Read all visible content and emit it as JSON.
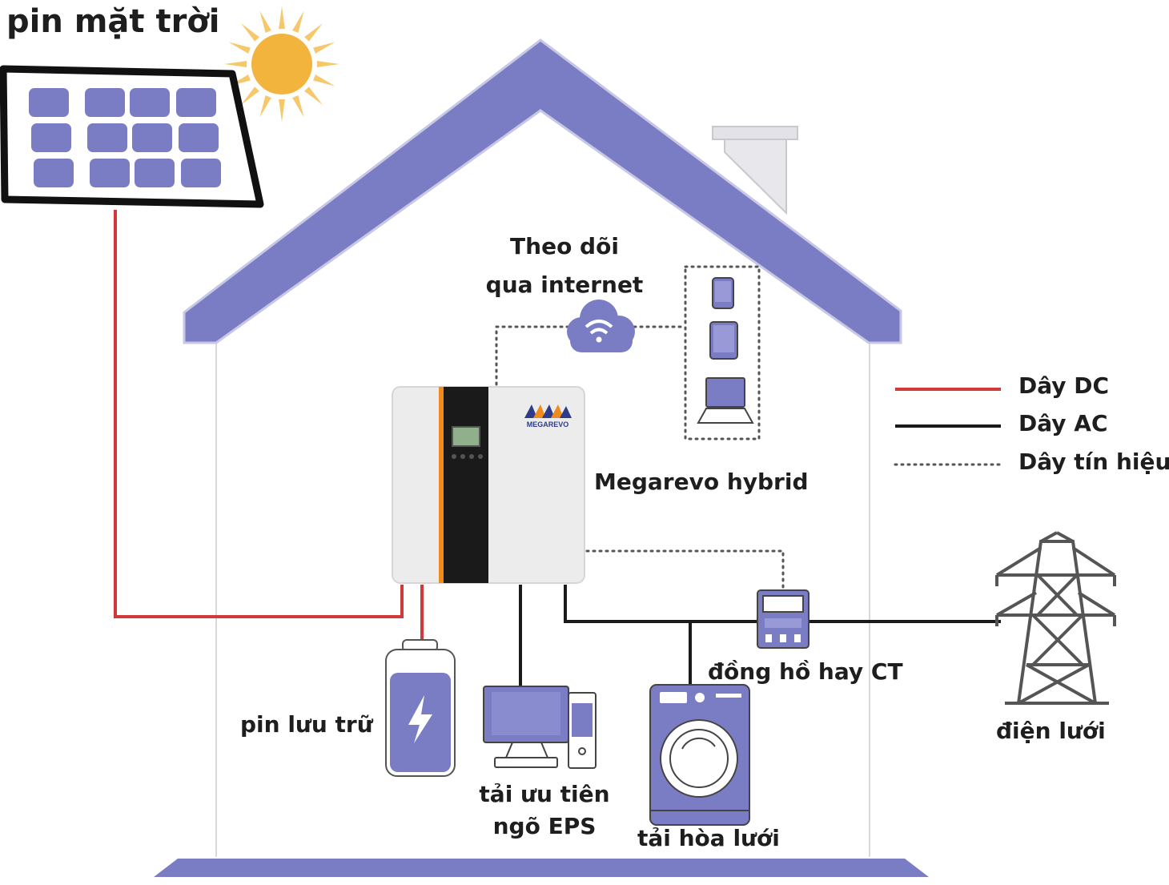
{
  "labels": {
    "solar_panel": "pin mặt trời",
    "monitoring_line1": "Theo dõi",
    "monitoring_line2": "qua internet",
    "inverter": "Megarevo hybrid",
    "battery": "pin lưu trữ",
    "eps_load_line1": "tải ưu tiên",
    "eps_load_line2": "ngõ EPS",
    "grid_load": "tải hòa lưới",
    "meter": "đồng hồ hay CT",
    "grid": "điện lưới"
  },
  "brand": {
    "logo_text": "MEGAREVO"
  },
  "legend": [
    {
      "label": "Dây DC",
      "color": "#d23a3a",
      "style": "solid"
    },
    {
      "label": "Dây AC",
      "color": "#1a1a1a",
      "style": "solid"
    },
    {
      "label": "Dây tín hiệu",
      "color": "#555555",
      "style": "dotted"
    }
  ],
  "colors": {
    "roof": "#7b7dc4",
    "dc_wire": "#d23a3a",
    "ac_wire": "#1a1a1a",
    "signal_wire": "#555555",
    "sun": "#f2b43c",
    "sun_rays": "#f5c96a",
    "panel_cell": "#7b7dc4",
    "inverter_body": "#ececec",
    "inverter_panel": "#1a1a1a",
    "inverter_accent": "#f08a1c"
  }
}
